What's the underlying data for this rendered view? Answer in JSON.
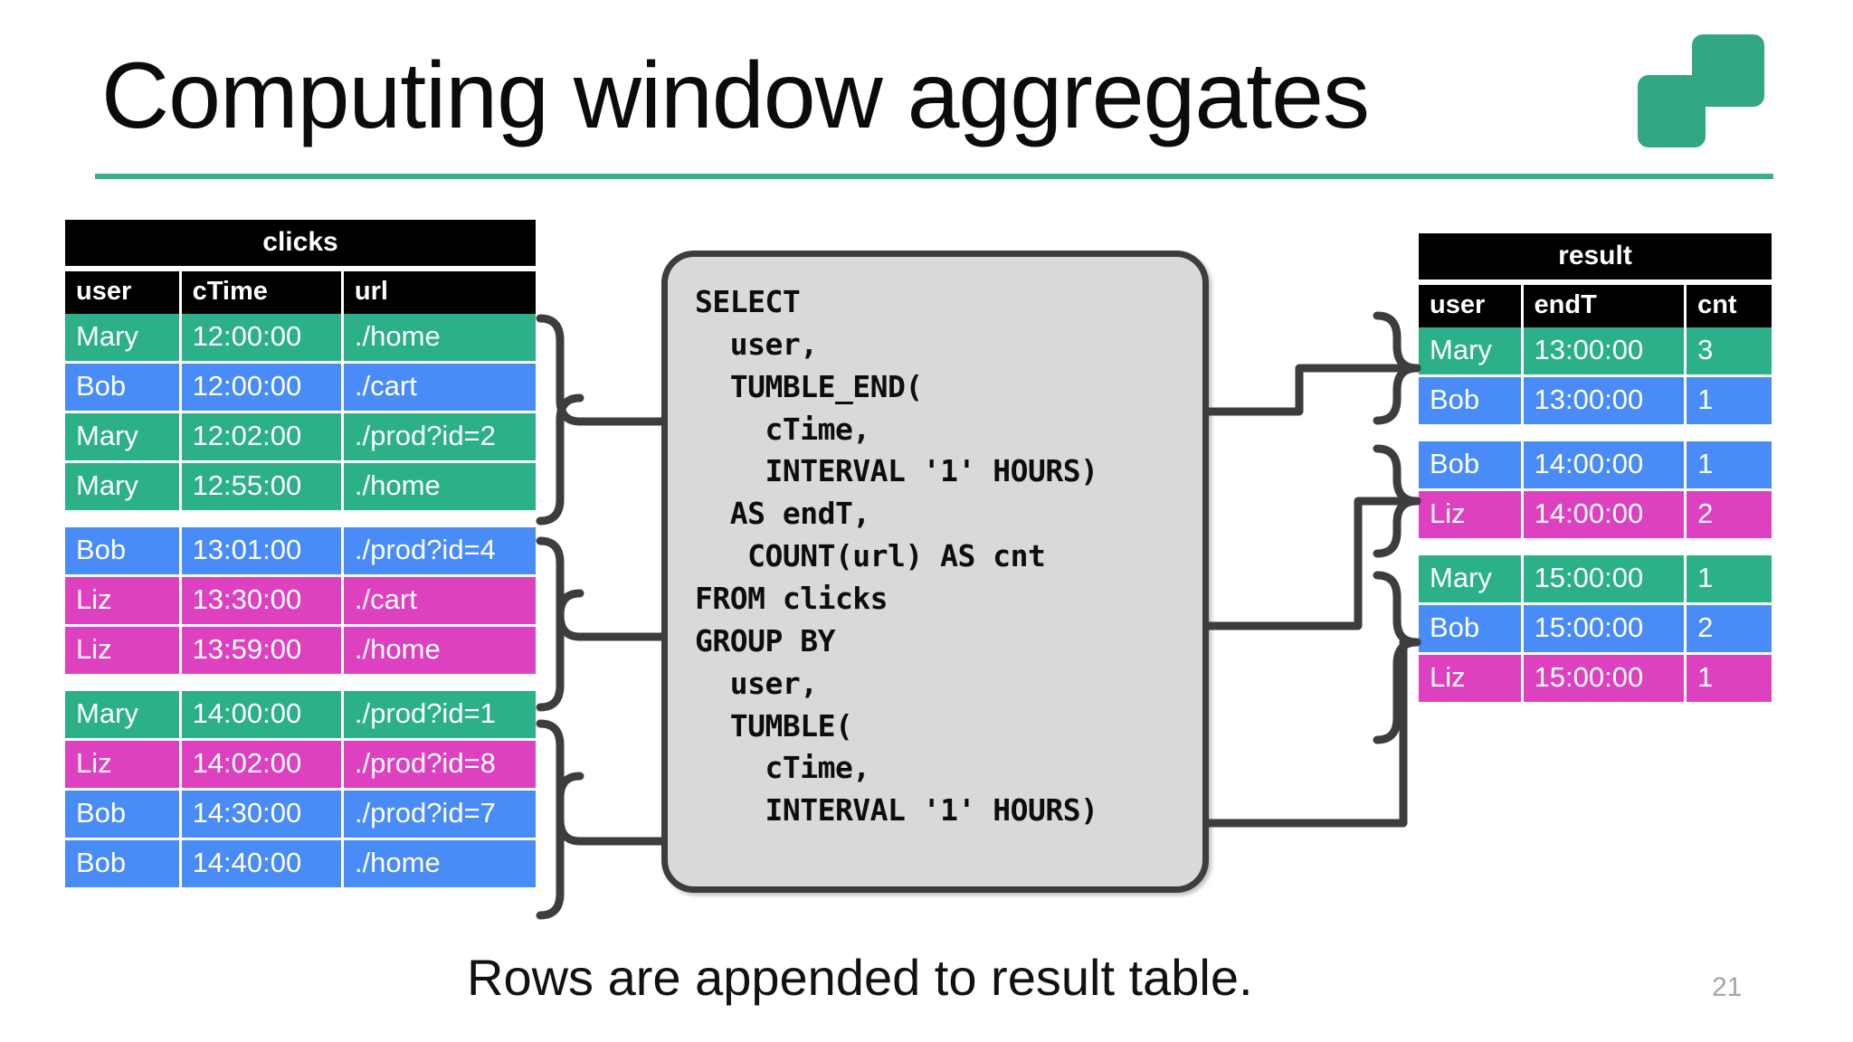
{
  "slide": {
    "title": "Computing window aggregates",
    "footer_note": "Rows are appended to result table.",
    "page_number": "21",
    "accent_color": "#37b18c",
    "logo_color": "#32a783"
  },
  "colors": {
    "mary": "#2bb089",
    "bob": "#4a8cf7",
    "liz": "#dd41c0",
    "header": "#000000",
    "box_fill": "#d9d9d9",
    "box_stroke": "#3d3d3d"
  },
  "clicks_table": {
    "title": "clicks",
    "columns": [
      "user",
      "cTime",
      "url"
    ],
    "groups": [
      {
        "rows": [
          {
            "user": "Mary",
            "cTime": "12:00:00",
            "url": "./home",
            "color": "green"
          },
          {
            "user": "Bob",
            "cTime": "12:00:00",
            "url": "./cart",
            "color": "blue"
          },
          {
            "user": "Mary",
            "cTime": "12:02:00",
            "url": "./prod?id=2",
            "color": "green"
          },
          {
            "user": "Mary",
            "cTime": "12:55:00",
            "url": "./home",
            "color": "green"
          }
        ]
      },
      {
        "rows": [
          {
            "user": "Bob",
            "cTime": "13:01:00",
            "url": "./prod?id=4",
            "color": "blue"
          },
          {
            "user": "Liz",
            "cTime": "13:30:00",
            "url": "./cart",
            "color": "pink"
          },
          {
            "user": "Liz",
            "cTime": "13:59:00",
            "url": "./home",
            "color": "pink"
          }
        ]
      },
      {
        "rows": [
          {
            "user": "Mary",
            "cTime": "14:00:00",
            "url": "./prod?id=1",
            "color": "green"
          },
          {
            "user": "Liz",
            "cTime": "14:02:00",
            "url": "./prod?id=8",
            "color": "pink"
          },
          {
            "user": "Bob",
            "cTime": "14:30:00",
            "url": "./prod?id=7",
            "color": "blue"
          },
          {
            "user": "Bob",
            "cTime": "14:40:00",
            "url": "./home",
            "color": "blue"
          }
        ]
      }
    ]
  },
  "result_table": {
    "title": "result",
    "columns": [
      "user",
      "endT",
      "cnt"
    ],
    "groups": [
      {
        "rows": [
          {
            "user": "Mary",
            "endT": "13:00:00",
            "cnt": "3",
            "color": "green"
          },
          {
            "user": "Bob",
            "endT": "13:00:00",
            "cnt": "1",
            "color": "blue"
          }
        ]
      },
      {
        "rows": [
          {
            "user": "Bob",
            "endT": "14:00:00",
            "cnt": "1",
            "color": "blue"
          },
          {
            "user": "Liz",
            "endT": "14:00:00",
            "cnt": "2",
            "color": "pink"
          }
        ]
      },
      {
        "rows": [
          {
            "user": "Mary",
            "endT": "15:00:00",
            "cnt": "1",
            "color": "green"
          },
          {
            "user": "Bob",
            "endT": "15:00:00",
            "cnt": "2",
            "color": "blue"
          },
          {
            "user": "Liz",
            "endT": "15:00:00",
            "cnt": "1",
            "color": "pink"
          }
        ]
      }
    ]
  },
  "sql": {
    "code": "SELECT\n  user,\n  TUMBLE_END(\n    cTime,\n    INTERVAL '1' HOURS)\n  AS endT,\n   COUNT(url) AS cnt\nFROM clicks\nGROUP BY\n  user,\n  TUMBLE(\n    cTime,\n    INTERVAL '1' HOURS)"
  }
}
